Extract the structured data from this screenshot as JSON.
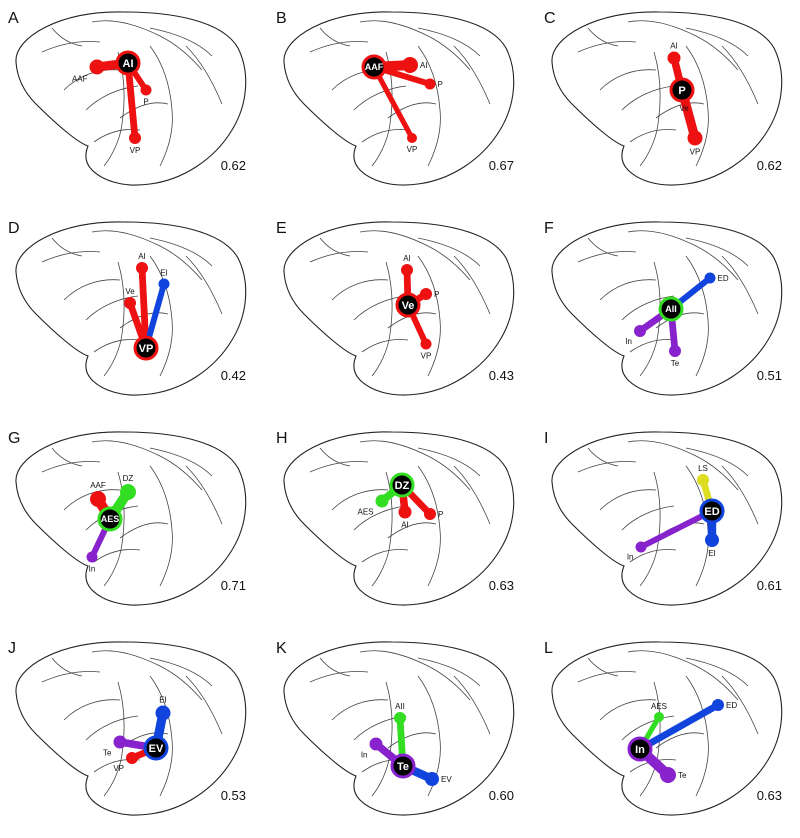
{
  "colors": {
    "red": "#ee1111",
    "blue": "#1144dd",
    "green": "#33dd22",
    "purple": "#8822cc",
    "yellow": "#dddd22",
    "hub_fill": "#000000",
    "hub_text": "#ffffff",
    "outline": "#222222"
  },
  "panels": [
    {
      "letter": "A",
      "value": "0.62",
      "hub": {
        "label": "AI",
        "ring": "red"
      },
      "links": [
        {
          "label": "AAF",
          "color": "red",
          "w": 0.9
        },
        {
          "label": "P",
          "color": "red",
          "w": 0.5
        },
        {
          "label": "VP",
          "color": "red",
          "w": 0.6
        }
      ]
    },
    {
      "letter": "B",
      "value": "0.67",
      "hub": {
        "label": "AAF",
        "ring": "red"
      },
      "links": [
        {
          "label": "AI",
          "color": "red",
          "w": 1.0
        },
        {
          "label": "P",
          "color": "red",
          "w": 0.5
        },
        {
          "label": "VP",
          "color": "red",
          "w": 0.4
        }
      ]
    },
    {
      "letter": "C",
      "value": "0.62",
      "hub": {
        "label": "P",
        "ring": "red"
      },
      "links": [
        {
          "label": "AI",
          "color": "red",
          "w": 0.7
        },
        {
          "label": "Ve",
          "color": "red",
          "w": 0.4
        },
        {
          "label": "VP",
          "color": "red",
          "w": 0.9
        }
      ]
    },
    {
      "letter": "D",
      "value": "0.42",
      "hub": {
        "label": "VP",
        "ring": "red"
      },
      "links": [
        {
          "label": "AI",
          "color": "red",
          "w": 0.6
        },
        {
          "label": "Ve",
          "color": "red",
          "w": 0.6
        },
        {
          "label": "EI",
          "color": "blue",
          "w": 0.5
        }
      ]
    },
    {
      "letter": "E",
      "value": "0.43",
      "hub": {
        "label": "Ve",
        "ring": "red"
      },
      "links": [
        {
          "label": "AI",
          "color": "red",
          "w": 0.6
        },
        {
          "label": "P",
          "color": "red",
          "w": 0.6
        },
        {
          "label": "VP",
          "color": "red",
          "w": 0.5
        }
      ]
    },
    {
      "letter": "F",
      "value": "0.51",
      "hub": {
        "label": "AII",
        "ring": "green"
      },
      "links": [
        {
          "label": "ED",
          "color": "blue",
          "w": 0.5
        },
        {
          "label": "In",
          "color": "purple",
          "w": 0.6
        },
        {
          "label": "Te",
          "color": "purple",
          "w": 0.6
        }
      ]
    },
    {
      "letter": "G",
      "value": "0.71",
      "hub": {
        "label": "AES",
        "ring": "green"
      },
      "links": [
        {
          "label": "AAF",
          "color": "red",
          "w": 1.0
        },
        {
          "label": "DZ",
          "color": "green",
          "w": 1.0
        },
        {
          "label": "In",
          "color": "purple",
          "w": 0.5
        }
      ]
    },
    {
      "letter": "H",
      "value": "0.63",
      "hub": {
        "label": "DZ",
        "ring": "green"
      },
      "links": [
        {
          "label": "AES",
          "color": "green",
          "w": 0.7
        },
        {
          "label": "AI",
          "color": "red",
          "w": 0.7
        },
        {
          "label": "P",
          "color": "red",
          "w": 0.6
        }
      ]
    },
    {
      "letter": "I",
      "value": "0.61",
      "hub": {
        "label": "ED",
        "ring": "blue"
      },
      "links": [
        {
          "label": "LS",
          "color": "yellow",
          "w": 0.6
        },
        {
          "label": "In",
          "color": "purple",
          "w": 0.5
        },
        {
          "label": "EI",
          "color": "blue",
          "w": 0.8
        }
      ]
    },
    {
      "letter": "J",
      "value": "0.53",
      "hub": {
        "label": "EV",
        "ring": "blue"
      },
      "links": [
        {
          "label": "EI",
          "color": "blue",
          "w": 0.9
        },
        {
          "label": "Te",
          "color": "purple",
          "w": 0.7
        },
        {
          "label": "VP",
          "color": "red",
          "w": 0.6
        }
      ]
    },
    {
      "letter": "K",
      "value": "0.60",
      "hub": {
        "label": "Te",
        "ring": "purple"
      },
      "links": [
        {
          "label": "AII",
          "color": "green",
          "w": 0.6
        },
        {
          "label": "In",
          "color": "purple",
          "w": 0.7
        },
        {
          "label": "EV",
          "color": "blue",
          "w": 0.8
        }
      ]
    },
    {
      "letter": "L",
      "value": "0.63",
      "hub": {
        "label": "In",
        "ring": "purple"
      },
      "links": [
        {
          "label": "AES",
          "color": "green",
          "w": 0.4
        },
        {
          "label": "ED",
          "color": "blue",
          "w": 0.6
        },
        {
          "label": "Te",
          "color": "purple",
          "w": 1.0
        }
      ]
    }
  ]
}
